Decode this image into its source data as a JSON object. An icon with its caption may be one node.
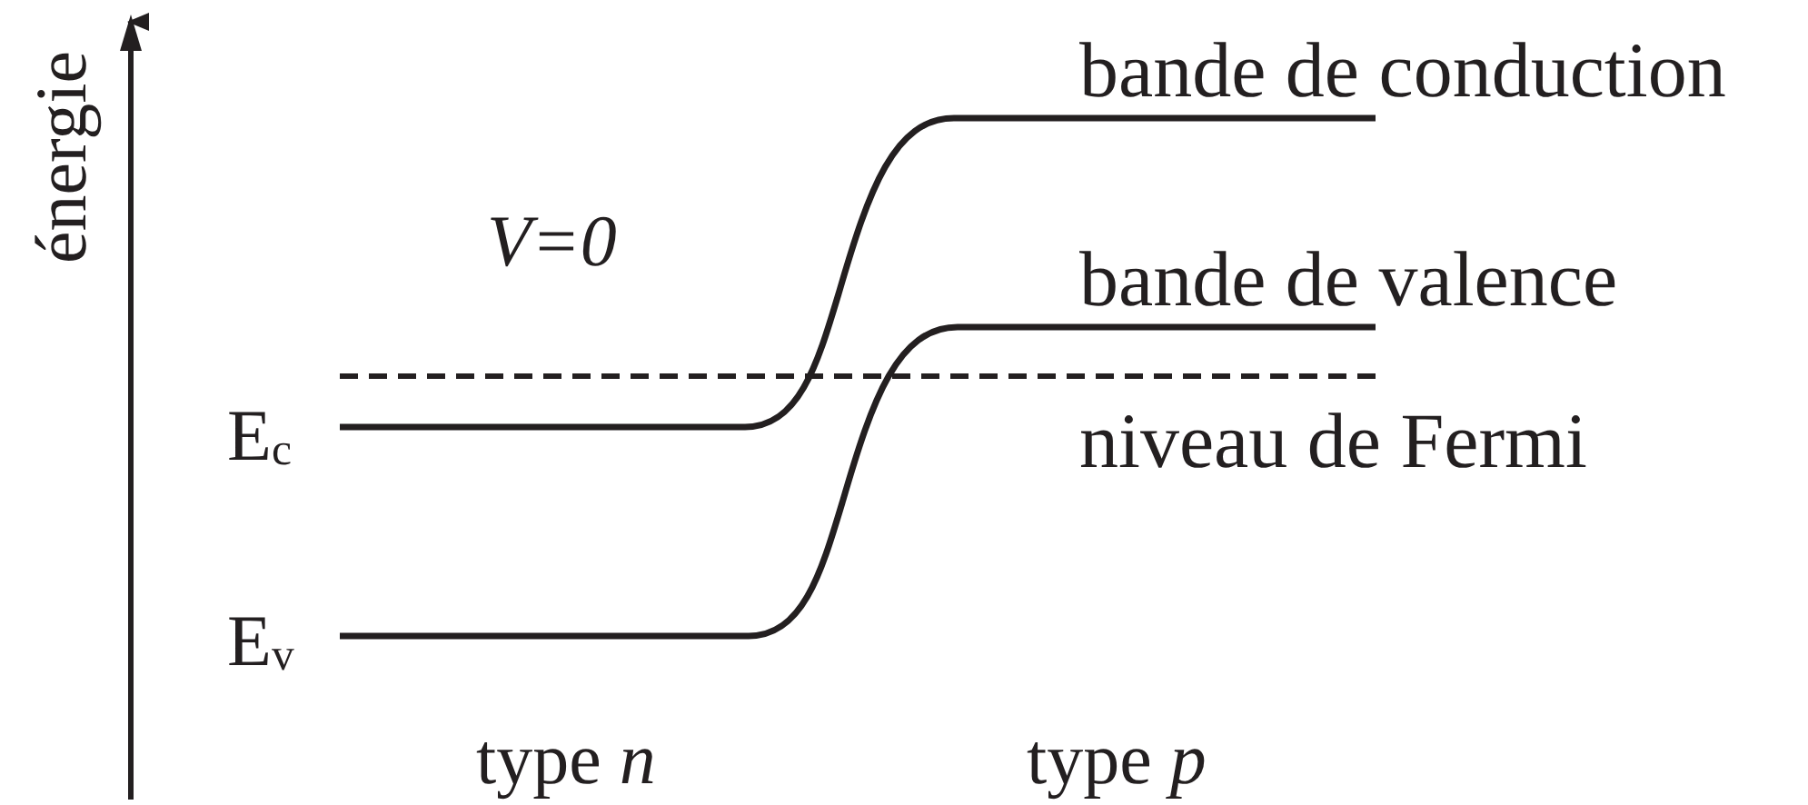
{
  "diagram": {
    "labels": [
      "énergie",
      "V=0",
      "bande de conduction",
      "bande de valence",
      "E$_{c}$",
      "niveau de Fermi",
      "E$_{v}$",
      "type *n*",
      "type *p*"
    ]
  }
}
